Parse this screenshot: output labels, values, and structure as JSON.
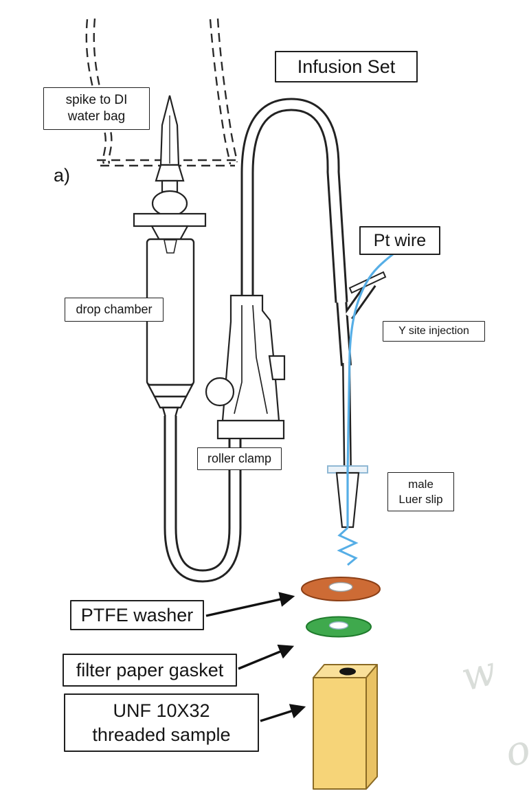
{
  "figure": {
    "panel_label": "a)",
    "watermark_letters": [
      "w",
      "o"
    ]
  },
  "labels": {
    "infusion_set": "Infusion Set",
    "spike_to_bag": [
      "spike to DI",
      "water bag"
    ],
    "drop_chamber": "drop chamber",
    "roller_clamp": "roller clamp",
    "pt_wire": "Pt wire",
    "y_site_injection": "Y site injection",
    "male_luer_slip": [
      "male",
      "Luer slip"
    ],
    "ptfe_washer": "PTFE washer",
    "filter_paper_gasket": "filter paper gasket",
    "threaded_sample": [
      "UNF 10X32",
      "threaded sample"
    ]
  },
  "colors": {
    "outline": "#222222",
    "pt_wire_blue": "#56aee6",
    "ptfe_washer_orange": "#cd6b35",
    "ptfe_washer_edge": "#8c3f16",
    "filter_paper_green": "#3fa94d",
    "filter_paper_edge": "#1f7b2c",
    "sample_front": "#f6d478",
    "sample_top": "#f9e09a",
    "sample_side": "#e9c264",
    "sample_edge": "#8a6a24",
    "luer_flange_blue": "#8fb8d4"
  }
}
